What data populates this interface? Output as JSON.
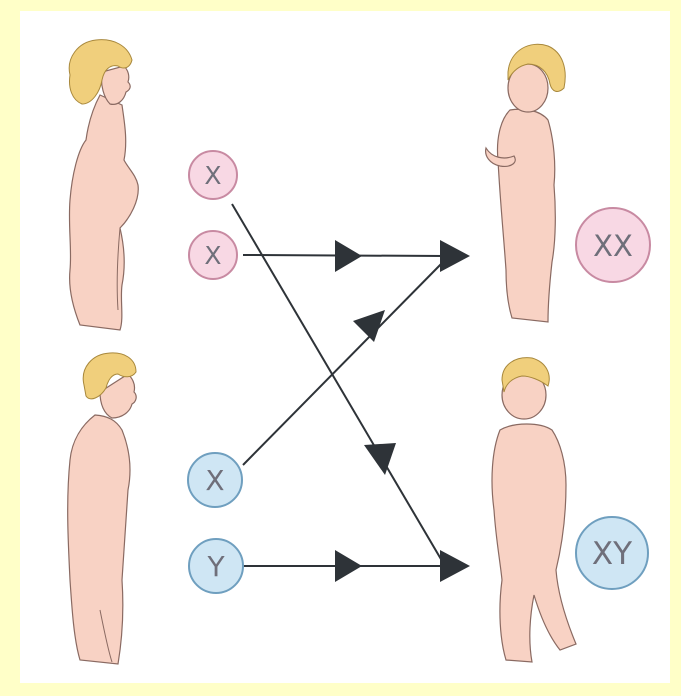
{
  "colors": {
    "background": "#ffffc8",
    "panel": "#ffffff",
    "skin": "#f8d2c4",
    "skin_outline": "#8a6a62",
    "hair": "#f0cf7c",
    "hair_outline": "#a8883c",
    "female_chromosome_fill": "#f8d8e4",
    "female_chromosome_stroke": "#c88aa2",
    "male_chromosome_fill": "#cfe6f4",
    "male_chromosome_stroke": "#6f9fbf",
    "arrow": "#2e3338",
    "label_text": "#6f6f7a"
  },
  "diagram": {
    "parents": {
      "mother_gametes": [
        "X",
        "X"
      ],
      "father_gametes": [
        "X",
        "Y"
      ]
    },
    "offspring": {
      "daughter_label": "XX",
      "son_label": "XY"
    }
  }
}
